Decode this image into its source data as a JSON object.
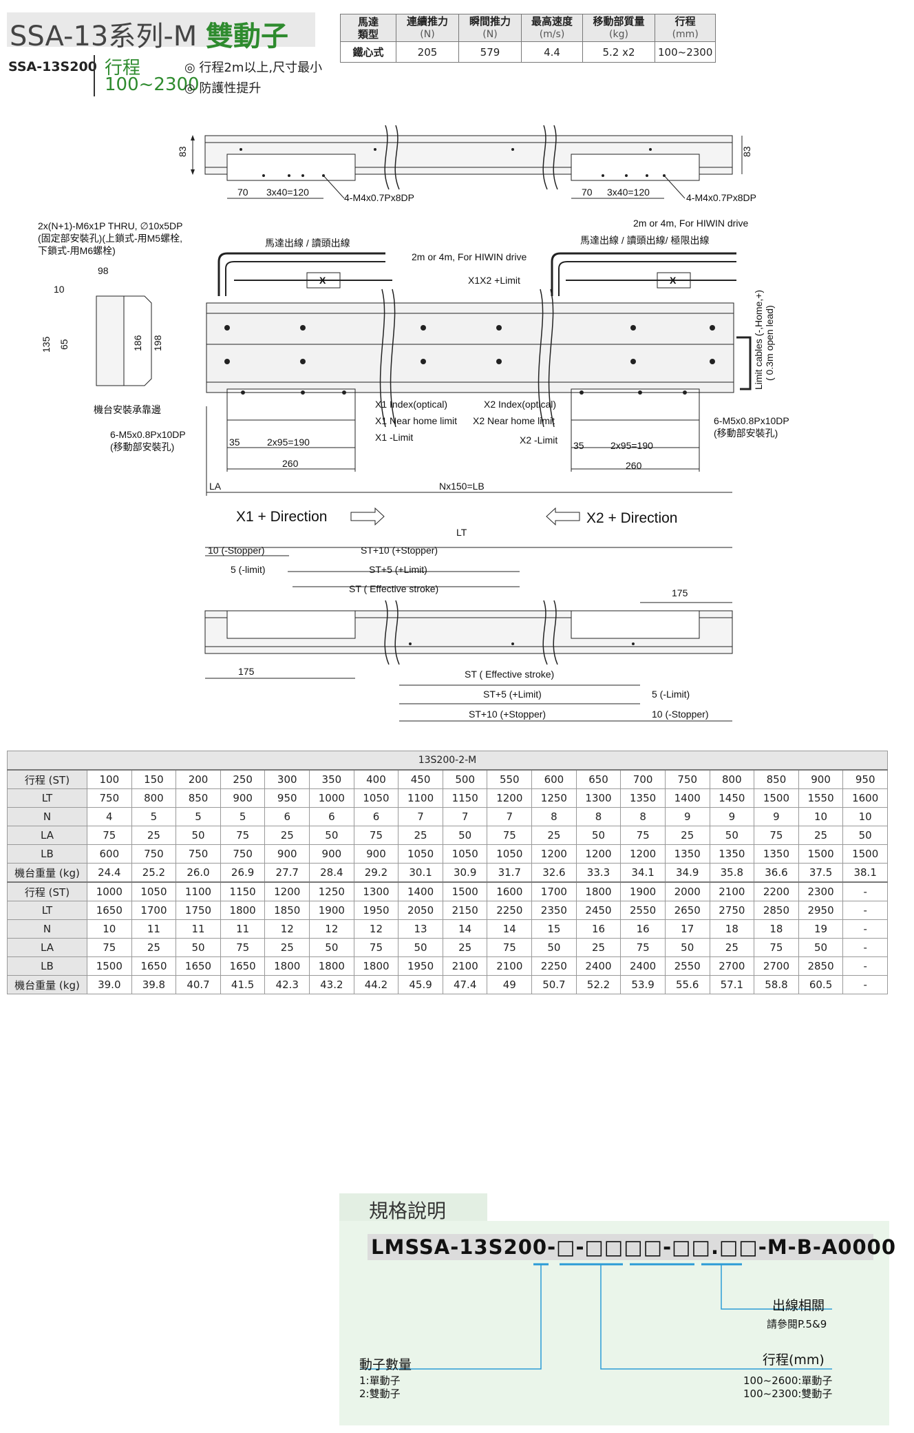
{
  "header": {
    "title_prefix": "SSA-13系列-M",
    "title_suffix": "雙動子",
    "model": "SSA-13S200",
    "stroke_label": "行程",
    "stroke_value": "100~2300",
    "feature_1": "◎ 行程2m以上,尺寸最小",
    "feature_2": "◎ 防護性提升"
  },
  "spec_table": {
    "headers": [
      {
        "name": "馬達",
        "unit": "類型"
      },
      {
        "name": "連續推力",
        "unit": "(N)"
      },
      {
        "name": "瞬間推力",
        "unit": "(N)"
      },
      {
        "name": "最高速度",
        "unit": "(m/s)"
      },
      {
        "name": "移動部質量",
        "unit": "(kg)"
      },
      {
        "name": "行程",
        "unit": "(mm)"
      }
    ],
    "row": [
      "鐵心式",
      "205",
      "579",
      "4.4",
      "5.2 x2",
      "100~2300"
    ]
  },
  "drawing": {
    "dim_83": "83",
    "dim_70": "70",
    "dim_3x40": "3x40=120",
    "dim_m4": "4-M4x0.7Px8DP",
    "note_thru_1": "2x(N+1)-M6x1P THRU, ∅10x5DP",
    "note_thru_2": "(固定部安裝孔)(上鎖式-用M5螺栓,",
    "note_thru_3": "下鎖式-用M6螺栓)",
    "motor_cable": "馬達出線 / 讀頭出線",
    "motor_cable_limit": "馬達出線 / 讀頭出線/ 極限出線",
    "cable_2m_a": "2m or 4m, For HIWIN drive",
    "cable_2m_b": "2m or 4m, For HIWIN drive",
    "x1x2_limit": "X1X2 +Limit",
    "limit_cables_1": "Limit cables (-,Home,+)",
    "limit_cables_2": "( 0.3m open lead)",
    "dim_98": "98",
    "dim_10": "10",
    "dim_135": "135",
    "dim_65": "65",
    "dim_186": "186",
    "dim_198": "198",
    "base_edge": "機台安裝承靠邊",
    "m5_1": "6-M5x0.8Px10DP",
    "m5_2": "(移動部安裝孔)",
    "x1_index": "X1 Index(optical)",
    "x1_near": "X1 Near home limit",
    "x1_minus": "X1 -Limit",
    "x2_index": "X2 Index(optical)",
    "x2_near": "X2 Near home limit",
    "x2_minus": "X2 -Limit",
    "dim_35": "35",
    "dim_2x95": "2x95=190",
    "dim_260": "260",
    "dim_la": "LA",
    "dim_nx150": "Nx150=LB",
    "x1_dir": "X1 + Direction",
    "x2_dir": "X2 + Direction",
    "dim_lt": "LT",
    "stopper_10": "10 (-Stopper)",
    "limit_5": "5 (-limit)",
    "st10": "ST+10 (+Stopper)",
    "st5": "ST+5 (+Limit)",
    "st_eff": "ST ( Effective stroke)",
    "dim_175": "175",
    "st_eff_b": "ST ( Effective stroke)",
    "st5_b": "ST+5 (+Limit)",
    "st10_b": "ST+10 (+Stopper)",
    "limit_5_b": "5 (-Limit)",
    "stopper_10_b": "10 (-Stopper)",
    "x_mark": "X"
  },
  "dims_table": {
    "caption": "13S200-2-M",
    "block1": {
      "rows": [
        {
          "label": "行程 (ST)",
          "values": [
            "100",
            "150",
            "200",
            "250",
            "300",
            "350",
            "400",
            "450",
            "500",
            "550",
            "600",
            "650",
            "700",
            "750",
            "800",
            "850",
            "900",
            "950"
          ]
        },
        {
          "label": "LT",
          "values": [
            "750",
            "800",
            "850",
            "900",
            "950",
            "1000",
            "1050",
            "1100",
            "1150",
            "1200",
            "1250",
            "1300",
            "1350",
            "1400",
            "1450",
            "1500",
            "1550",
            "1600"
          ]
        },
        {
          "label": "N",
          "values": [
            "4",
            "5",
            "5",
            "5",
            "6",
            "6",
            "6",
            "7",
            "7",
            "7",
            "8",
            "8",
            "8",
            "9",
            "9",
            "9",
            "10",
            "10"
          ]
        },
        {
          "label": "LA",
          "values": [
            "75",
            "25",
            "50",
            "75",
            "25",
            "50",
            "75",
            "25",
            "50",
            "75",
            "25",
            "50",
            "75",
            "25",
            "50",
            "75",
            "25",
            "50"
          ]
        },
        {
          "label": "LB",
          "values": [
            "600",
            "750",
            "750",
            "750",
            "900",
            "900",
            "900",
            "1050",
            "1050",
            "1050",
            "1200",
            "1200",
            "1200",
            "1350",
            "1350",
            "1350",
            "1500",
            "1500"
          ]
        },
        {
          "label": "機台重量 (kg)",
          "values": [
            "24.4",
            "25.2",
            "26.0",
            "26.9",
            "27.7",
            "28.4",
            "29.2",
            "30.1",
            "30.9",
            "31.7",
            "32.6",
            "33.3",
            "34.1",
            "34.9",
            "35.8",
            "36.6",
            "37.5",
            "38.1"
          ]
        }
      ]
    },
    "block2": {
      "rows": [
        {
          "label": "行程 (ST)",
          "values": [
            "1000",
            "1050",
            "1100",
            "1150",
            "1200",
            "1250",
            "1300",
            "1400",
            "1500",
            "1600",
            "1700",
            "1800",
            "1900",
            "2000",
            "2100",
            "2200",
            "2300",
            "-"
          ]
        },
        {
          "label": "LT",
          "values": [
            "1650",
            "1700",
            "1750",
            "1800",
            "1850",
            "1900",
            "1950",
            "2050",
            "2150",
            "2250",
            "2350",
            "2450",
            "2550",
            "2650",
            "2750",
            "2850",
            "2950",
            "-"
          ]
        },
        {
          "label": "N",
          "values": [
            "10",
            "11",
            "11",
            "11",
            "12",
            "12",
            "12",
            "13",
            "14",
            "14",
            "15",
            "16",
            "16",
            "17",
            "18",
            "18",
            "19",
            "-"
          ]
        },
        {
          "label": "LA",
          "values": [
            "75",
            "25",
            "50",
            "75",
            "25",
            "50",
            "75",
            "50",
            "25",
            "75",
            "50",
            "25",
            "75",
            "50",
            "25",
            "75",
            "50",
            "-"
          ]
        },
        {
          "label": "LB",
          "values": [
            "1500",
            "1650",
            "1650",
            "1650",
            "1800",
            "1800",
            "1800",
            "1950",
            "2100",
            "2100",
            "2250",
            "2400",
            "2400",
            "2550",
            "2700",
            "2700",
            "2850",
            "-"
          ]
        },
        {
          "label": "機台重量 (kg)",
          "values": [
            "39.0",
            "39.8",
            "40.7",
            "41.5",
            "42.3",
            "43.2",
            "44.2",
            "45.9",
            "47.4",
            "49",
            "50.7",
            "52.2",
            "53.9",
            "55.6",
            "57.1",
            "58.8",
            "60.5",
            "-"
          ]
        }
      ]
    }
  },
  "ordering": {
    "title": "規格說明",
    "code": "LMSSA-13S200-□-□□□□-□□.□□-M-B-A0000",
    "cable_label": "出線相關",
    "cable_sub": "請參閱P.5&9",
    "stroke_label": "行程(mm)",
    "stroke_opt_1": "100~2600:單動子",
    "stroke_opt_2": "100~2300:雙動子",
    "mover_label": "動子數量",
    "mover_opt_1": "1:單動子",
    "mover_opt_2": "2:雙動子"
  },
  "colors": {
    "accent_green": "#2e8b2e",
    "leader_blue": "#2b9bd6",
    "order_bg": "#eaf5ea"
  }
}
